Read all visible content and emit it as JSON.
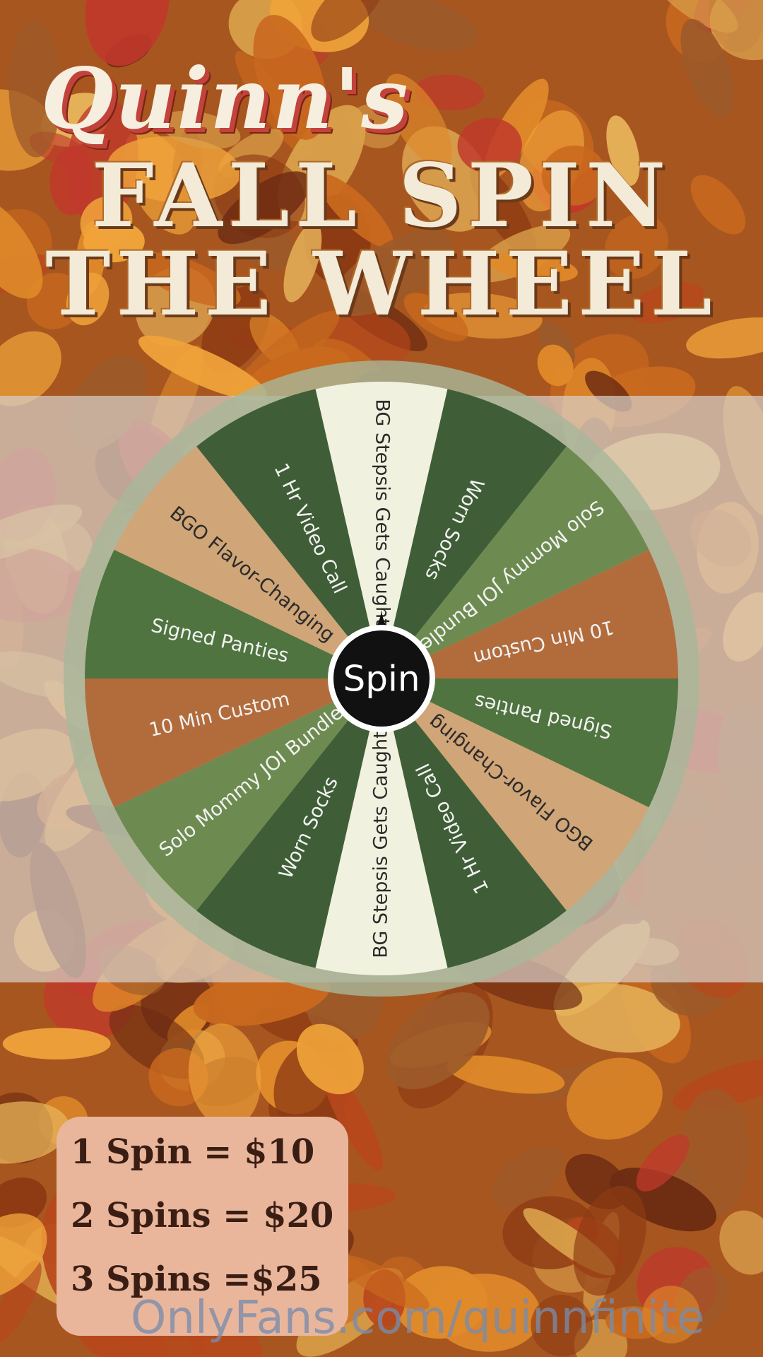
{
  "header": {
    "script_title": "Quinn's",
    "title_line1": "FALL SPIN",
    "title_line2": "THE WHEEL"
  },
  "wheel": {
    "center_label": "Spin",
    "segments": [
      {
        "label": "BG Stepsis Gets Caught",
        "color": "#f1f1df",
        "text_color": "#2b2b2b"
      },
      {
        "label": "Worn Socks",
        "color": "#3f5e37",
        "text_color": "#f2f2f2"
      },
      {
        "label": "Solo Mommy JOI Bundle",
        "color": "#6d8b50",
        "text_color": "#f2f2f2"
      },
      {
        "label": "10 Min Custom",
        "color": "#b26c3c",
        "text_color": "#f2f2f2"
      },
      {
        "label": "Signed Panties",
        "color": "#4f743f",
        "text_color": "#f2f2f2"
      },
      {
        "label": "BGO Flavor-Changing",
        "color": "#d0a577",
        "text_color": "#2b2b2b"
      },
      {
        "label": "1 Hr Video Call",
        "color": "#3f5e37",
        "text_color": "#f2f2f2"
      },
      {
        "label": "BG Stepsis Gets Caught",
        "color": "#f1f1df",
        "text_color": "#2b2b2b"
      },
      {
        "label": "Worn Socks",
        "color": "#3f5e37",
        "text_color": "#f2f2f2"
      },
      {
        "label": "Solo Mommy JOI Bundle",
        "color": "#6d8b50",
        "text_color": "#f2f2f2"
      },
      {
        "label": "10 Min Custom",
        "color": "#b26c3c",
        "text_color": "#f2f2f2"
      },
      {
        "label": "Signed Panties",
        "color": "#4f743f",
        "text_color": "#f2f2f2"
      },
      {
        "label": "BGO Flavor-Changing",
        "color": "#d0a577",
        "text_color": "#2b2b2b"
      },
      {
        "label": "1 Hr Video Call",
        "color": "#3f5e37",
        "text_color": "#f2f2f2"
      }
    ]
  },
  "pricing": {
    "one": "1 Spin = $10",
    "two": "2 Spins = $20",
    "three": "3 Spins =$25"
  },
  "watermark": "OnlyFans.com/quinnfinite",
  "colors": {
    "background_leaf": "#a8561f",
    "rim": "#a7b79a",
    "hub": "#111111",
    "price_box": "#e9b69c"
  }
}
